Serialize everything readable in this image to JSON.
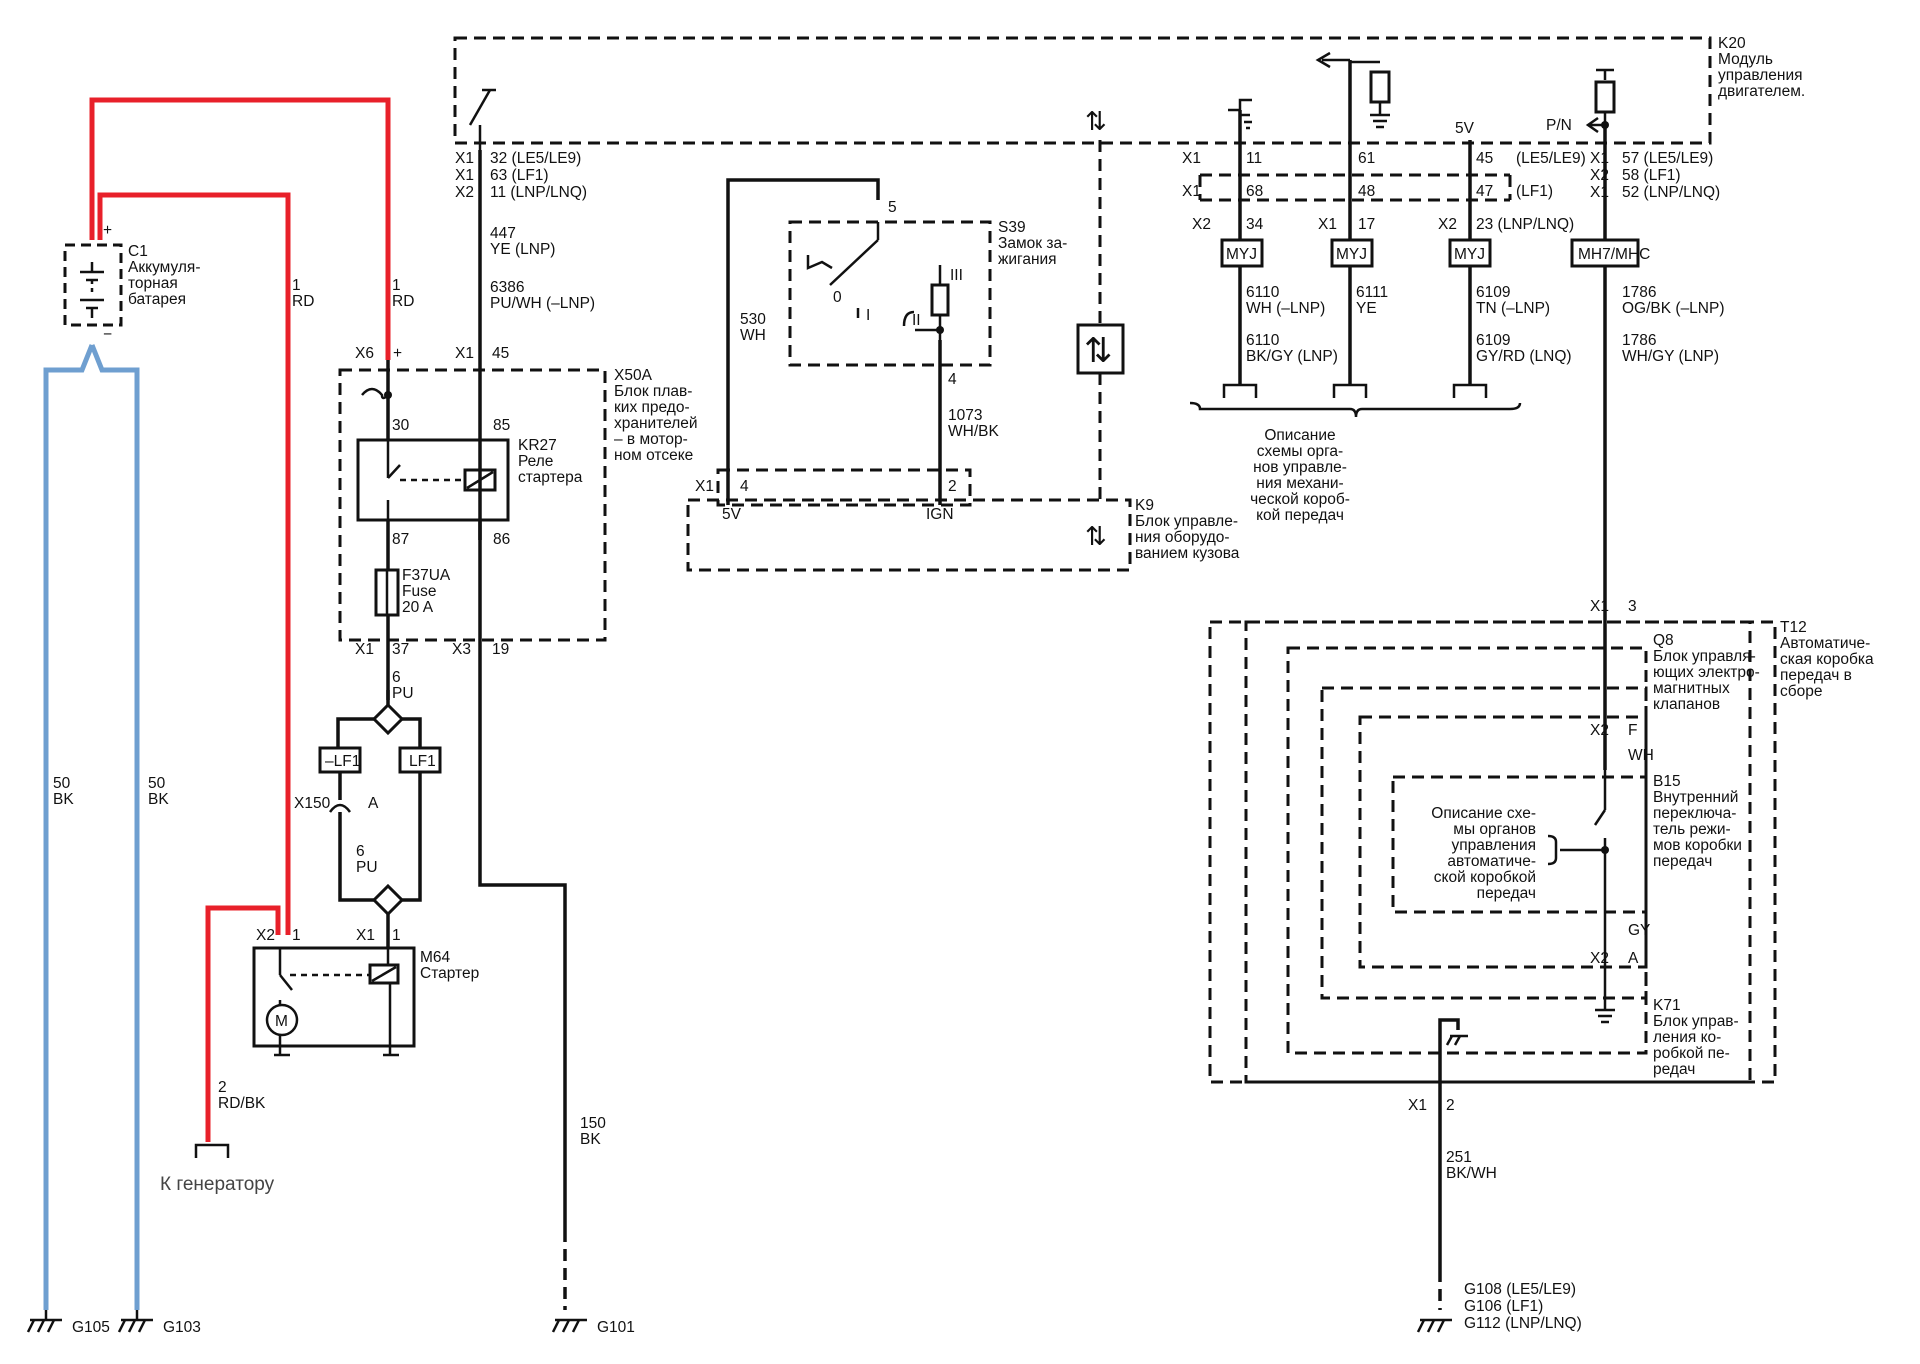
{
  "components": {
    "c1": {
      "id": "C1",
      "l1": "Аккумуля-",
      "l2": "торная",
      "l3": "батарея",
      "plus": "+",
      "minus": "−"
    },
    "x50a": {
      "id": "X50A",
      "l1": "Блок плав-",
      "l2": "ких предо-",
      "l3": "хранителей",
      "l4": "– в мотор-",
      "l5": "ном отсеке"
    },
    "kr27": {
      "id": "KR27",
      "l1": "Реле",
      "l2": "стартера"
    },
    "f37": {
      "id": "F37UA",
      "l1": "Fuse",
      "l2": "20 A"
    },
    "m64": {
      "id": "M64",
      "l1": "Стартер",
      "motor": "M"
    },
    "s39": {
      "id": "S39",
      "l1": "Замок за-",
      "l2": "жигания",
      "p0": "0",
      "pI": "I",
      "pII": "II",
      "pIII": "III"
    },
    "k9": {
      "id": "K9",
      "l1": "Блок управле-",
      "l2": "ния оборудо-",
      "l3": "ванием кузова",
      "pin5v": "5V",
      "pinIGN": "IGN"
    },
    "k20": {
      "id": "K20",
      "l1": "Модуль",
      "l2": "управления",
      "l3": "двигателем.",
      "v5": "5V",
      "pn": "P/N"
    },
    "t12": {
      "id": "T12",
      "l1": "Автоматиче-",
      "l2": "ская коробка",
      "l3": "передач в",
      "l4": "сборе"
    },
    "q8": {
      "id": "Q8",
      "l1": "Блок управля-",
      "l2": "ющих электро-",
      "l3": "магнитных",
      "l4": "клапанов"
    },
    "b15": {
      "id": "B15",
      "l1": "Внутренний",
      "l2": "переключа-",
      "l3": "тель режи-",
      "l4": "мов коробки",
      "l5": "передач"
    },
    "k71": {
      "id": "K71",
      "l1": "Блок управ-",
      "l2": "ления ко-",
      "l3": "робкой пе-",
      "l4": "редач"
    }
  },
  "notes": {
    "manual": {
      "l1": "Описание",
      "l2": "схемы орга-",
      "l3": "нов управле-",
      "l4": "ния механи-",
      "l5": "ческой короб-",
      "l6": "кой передач"
    },
    "auto": {
      "l1": "Описание схе-",
      "l2": "мы органов",
      "l3": "управления",
      "l4": "автоматиче-",
      "l5": "ской коробкой",
      "l6": "передач"
    },
    "generator": "К генератору"
  },
  "options": {
    "not_lf1": "–LF1",
    "lf1": "LF1",
    "myj": "MYJ",
    "mh7": "MH7/MHC"
  },
  "grounds": {
    "g105": "G105",
    "g103": "G103",
    "g101": "G101",
    "g108": "G108 (LE5/LE9)",
    "g106": "G106 (LF1)",
    "g112": "G112 (LNP/LNQ)"
  },
  "connectors": {
    "k20_left": {
      "c1": "X1",
      "p1": "32 (LE5/LE9)",
      "c2": "X1",
      "p2": "63 (LF1)",
      "c3": "X2",
      "p3": "11 (LNP/LNQ)"
    },
    "k20_mid": {
      "a1": "X1",
      "a2": "X1",
      "a3": "X2",
      "b3": "X1",
      "c3": "X2",
      "p11": "11",
      "p68": "68",
      "p34": "34",
      "p61": "61",
      "p48": "48",
      "p17": "17",
      "p45": "45",
      "p47": "47",
      "p23": "23 (LNP/LNQ)",
      "le": "(LE5/LE9)",
      "lf": "(LF1)"
    },
    "k20_right": {
      "c1": "X1",
      "p1": "57 (LE5/LE9)",
      "c2": "X2",
      "p2": "58 (LF1)",
      "c3": "X1",
      "p3": "52 (LNP/LNQ)"
    },
    "x6": "X6",
    "x6plus": "+",
    "x1_45_c": "X1",
    "x1_45_p": "45",
    "kr30": "30",
    "kr85": "85",
    "kr87": "87",
    "kr86": "86",
    "x1_37_c": "X1",
    "x1_37_p": "37",
    "x3_19_c": "X3",
    "x3_19_p": "19",
    "x150": "X150",
    "x150a": "A",
    "m64_x2": "X2",
    "m64_x2p": "1",
    "m64_x1": "X1",
    "m64_x1p": "1",
    "s39_5": "5",
    "s39_4": "4",
    "k9_x1": "X1",
    "k9_4": "4",
    "k9_2": "2",
    "t12_x1": "X1",
    "t12_3": "3",
    "q8_x2": "X2",
    "q8_f": "F",
    "b15_x2": "X2",
    "b15_a": "A",
    "k71_x1": "X1",
    "k71_2": "2"
  },
  "wires": {
    "bat1": {
      "n": "1",
      "c": "RD"
    },
    "bat2": {
      "n": "1",
      "c": "RD"
    },
    "w50a": {
      "n": "50",
      "c": "BK"
    },
    "w50b": {
      "n": "50",
      "c": "BK"
    },
    "w447": {
      "n": "447",
      "c": "YE (LNP)"
    },
    "w6386": {
      "n": "6386",
      "c": "PU/WH (–LNP)"
    },
    "w6a": {
      "n": "6",
      "c": "PU"
    },
    "w6b": {
      "n": "6",
      "c": "PU"
    },
    "w2": {
      "n": "2",
      "c": "RD/BK"
    },
    "w150": {
      "n": "150",
      "c": "BK"
    },
    "w530": {
      "n": "530",
      "c": "WH"
    },
    "w1073": {
      "n": "1073",
      "c": "WH/BK"
    },
    "w6110a": {
      "n": "6110",
      "c": "WH (–LNP)"
    },
    "w6110b": {
      "n": "6110",
      "c": "BK/GY (LNP)"
    },
    "w6111": {
      "n": "6111",
      "c": "YE"
    },
    "w6109a": {
      "n": "6109",
      "c": "TN (–LNP)"
    },
    "w6109b": {
      "n": "6109",
      "c": "GY/RD (LNQ)"
    },
    "w1786a": {
      "n": "1786",
      "c": "OG/BK (–LNP)"
    },
    "w1786b": {
      "n": "1786",
      "c": "WH/GY (LNP)"
    },
    "wh": "WH",
    "gy": "GY",
    "w251": {
      "n": "251",
      "c": "BK/WH"
    }
  },
  "colors": {
    "power": "#e8202a",
    "ground": "#6f9fd0",
    "wire": "#111111"
  }
}
